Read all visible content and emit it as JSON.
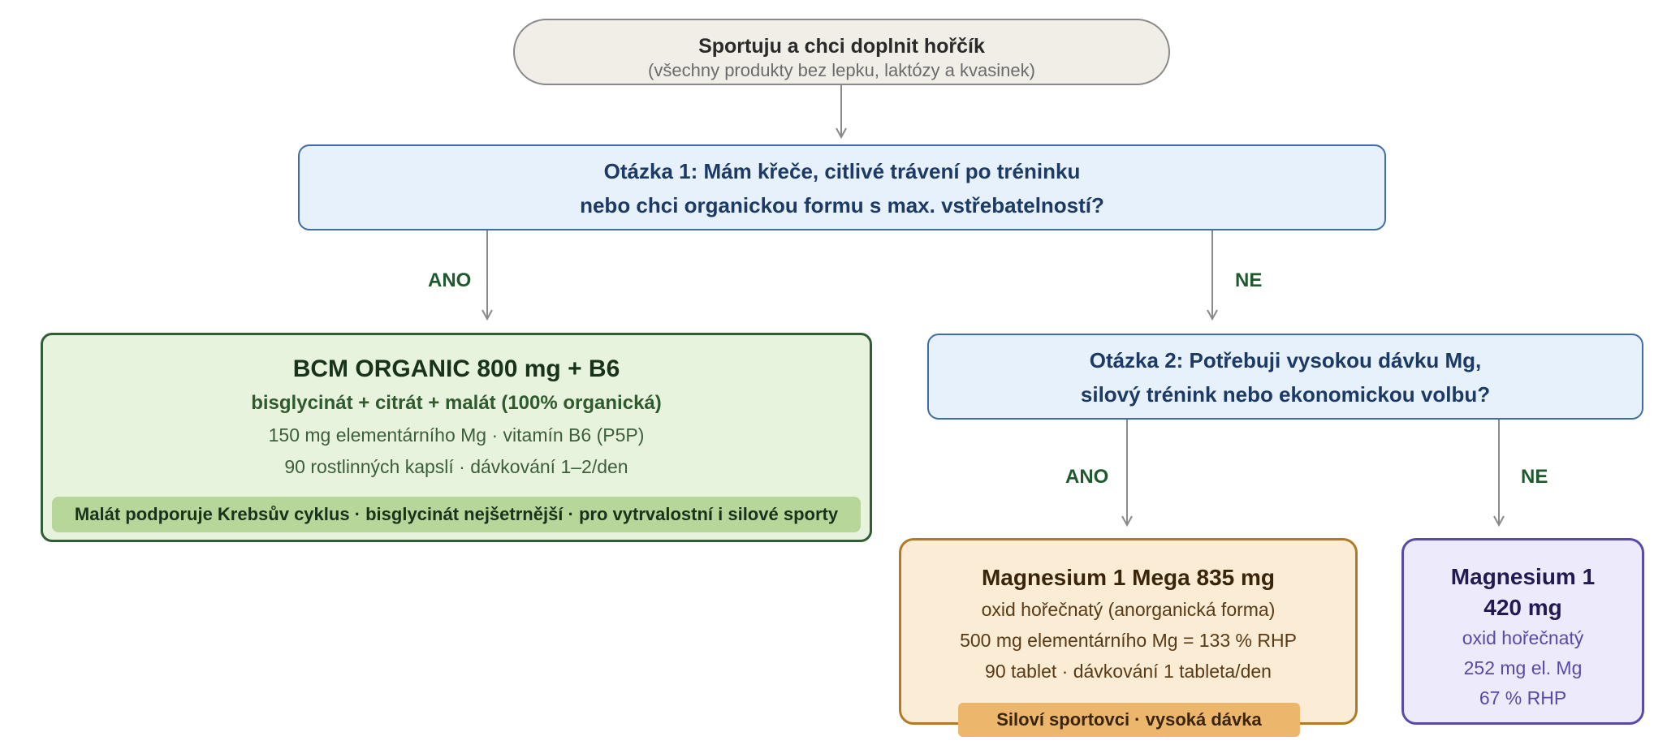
{
  "start": {
    "title": "Sportuju a chci doplnit hořčík",
    "subtitle": "(všechny produkty bez lepku, laktózy a kvasinek)"
  },
  "question1": {
    "line1": "Otázka 1: Mám křeče, citlivé trávení po tréninku",
    "line2": "nebo chci organickou formu s max. vstřebatelností?"
  },
  "question2": {
    "line1": "Otázka 2: Potřebuji vysokou dávku Mg,",
    "line2": "silový trénink nebo ekonomickou volbu?"
  },
  "branches": {
    "q1_yes": "ANO",
    "q1_no": "NE",
    "q2_yes": "ANO",
    "q2_no": "NE"
  },
  "products": {
    "bcm": {
      "name": "BCM ORGANIC 800 mg + B6",
      "form": "bisglycinát + citrát + malát (100% organická)",
      "info1": "150 mg elementárního Mg · vitamín B6 (P5P)",
      "info2": "90 rostlinných kapslí · dávkování 1–2/den",
      "note": "Malát podporuje Krebsův cyklus · bisglycinát nejšetrnější · pro vytrvalostní i silové sporty"
    },
    "mega": {
      "name": "Magnesium 1 Mega 835 mg",
      "form": "oxid hořečnatý (anorganická forma)",
      "info1": "500 mg elementárního Mg = 133 % RHP",
      "info2": "90 tablet · dávkování 1 tableta/den",
      "note": "Siloví sportovci · vysoká dávka"
    },
    "mg420": {
      "name1": "Magnesium 1",
      "name2": "420 mg",
      "form": "oxid hořečnatý",
      "info1": "252 mg el. Mg",
      "info2": "67 % RHP"
    }
  },
  "colors": {
    "arrow": "#8a8a8a",
    "question_border": "#3d6ca8",
    "bcm_border": "#2f5d34",
    "mega_border": "#b07a26",
    "mg420_border": "#5a4aa8",
    "branch_label": "#1e5a2e"
  }
}
